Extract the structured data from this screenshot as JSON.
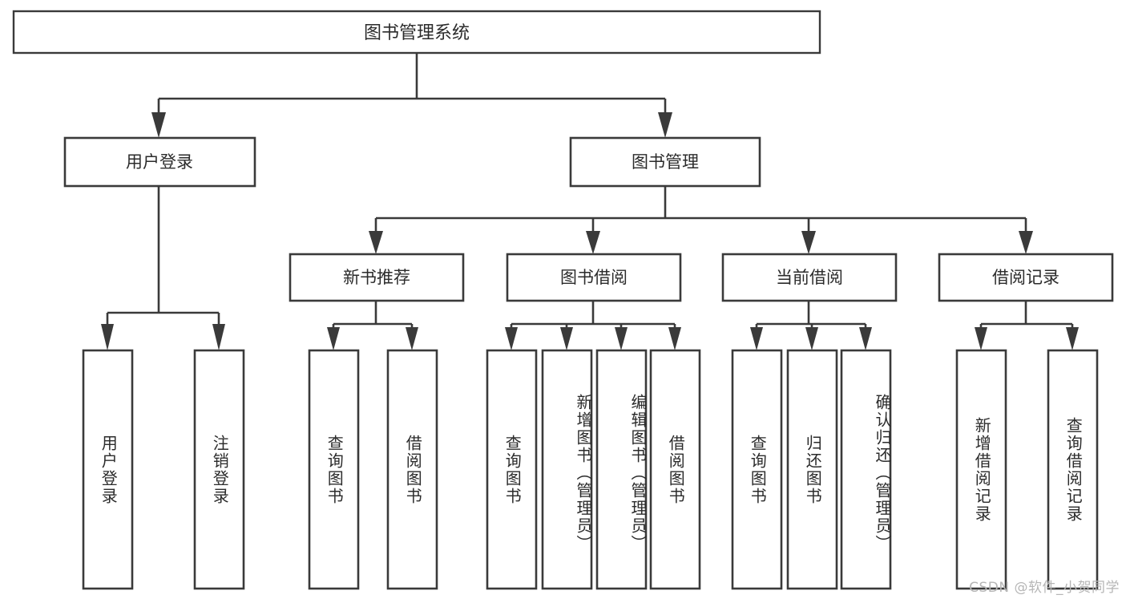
{
  "diagram": {
    "type": "tree-hierarchy",
    "title_node": {
      "label": "图书管理系统"
    },
    "level2": [
      {
        "label": "用户登录"
      },
      {
        "label": "图书管理"
      }
    ],
    "level3": [
      {
        "label": "新书推荐"
      },
      {
        "label": "图书借阅"
      },
      {
        "label": "当前借阅"
      },
      {
        "label": "借阅记录"
      }
    ],
    "leaves": {
      "user_login": [
        {
          "label": "用户登录"
        },
        {
          "label": "注销登录"
        }
      ],
      "new_book_rec": [
        {
          "label": "查询图书"
        },
        {
          "label": "借阅图书"
        }
      ],
      "book_borrow": [
        {
          "label": "查询图书"
        },
        {
          "label": "新增图书（管理员）"
        },
        {
          "label": "编辑图书（管理员）"
        },
        {
          "label": "借阅图书"
        }
      ],
      "current_borrow": [
        {
          "label": "查询图书"
        },
        {
          "label": "归还图书"
        },
        {
          "label": "确认归还（管理员）"
        }
      ],
      "borrow_record": [
        {
          "label": "新增借阅记录"
        },
        {
          "label": "查询借阅记录"
        }
      ]
    }
  },
  "watermark": {
    "text": "CSDN @软件_小贺同学"
  },
  "colors": {
    "stroke": "#3a3a3a",
    "fill": "#ffffff",
    "text": "#2b2b2b",
    "watermark": "#b6b6b6"
  }
}
